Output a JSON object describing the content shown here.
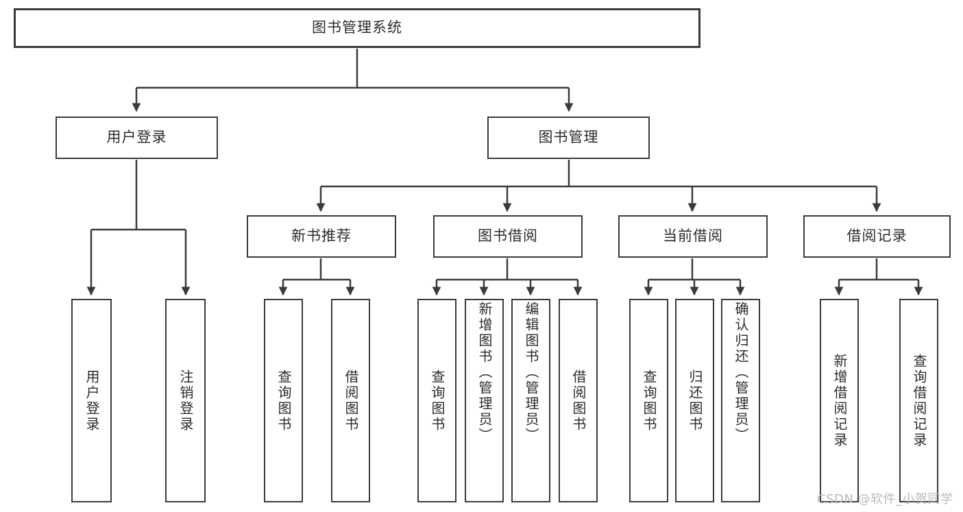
{
  "diagram": {
    "title": "图书管理系统",
    "watermark": "CSDN @软件_小贺同学",
    "line_color": "#3a3a3a",
    "box_fill": "#ffffff",
    "text_color": "#2b2b2b",
    "levels": {
      "root": "图书管理系统",
      "level2": [
        "用户登录",
        "图书管理"
      ],
      "level3": [
        "新书推荐",
        "图书借阅",
        "当前借阅",
        "借阅记录"
      ]
    },
    "nodes": {
      "root": {
        "label": "图书管理系统"
      },
      "user_login": {
        "label": "用户登录"
      },
      "book_manage": {
        "label": "图书管理"
      },
      "new_book_rec": {
        "label": "新书推荐"
      },
      "book_borrow": {
        "label": "图书借阅"
      },
      "current_borrow": {
        "label": "当前借阅"
      },
      "borrow_record": {
        "label": "借阅记录"
      },
      "leaf_user_login": {
        "label": "用户登录"
      },
      "leaf_logout": {
        "label": "注销登录"
      },
      "leaf_query_book_1": {
        "label": "查询图书"
      },
      "leaf_borrow_book_1": {
        "label": "借阅图书"
      },
      "leaf_query_book_2": {
        "label": "查询图书"
      },
      "leaf_add_book": {
        "label": "新增图书（管理员）"
      },
      "leaf_edit_book": {
        "label": "编辑图书（管理员）"
      },
      "leaf_borrow_book_2": {
        "label": "借阅图书"
      },
      "leaf_query_book_3": {
        "label": "查询图书"
      },
      "leaf_return_book": {
        "label": "归还图书"
      },
      "leaf_confirm_return": {
        "label": "确认归还（管理员）"
      },
      "leaf_add_record": {
        "label": "新增借阅记录"
      },
      "leaf_query_record": {
        "label": "查询借阅记录"
      }
    }
  }
}
